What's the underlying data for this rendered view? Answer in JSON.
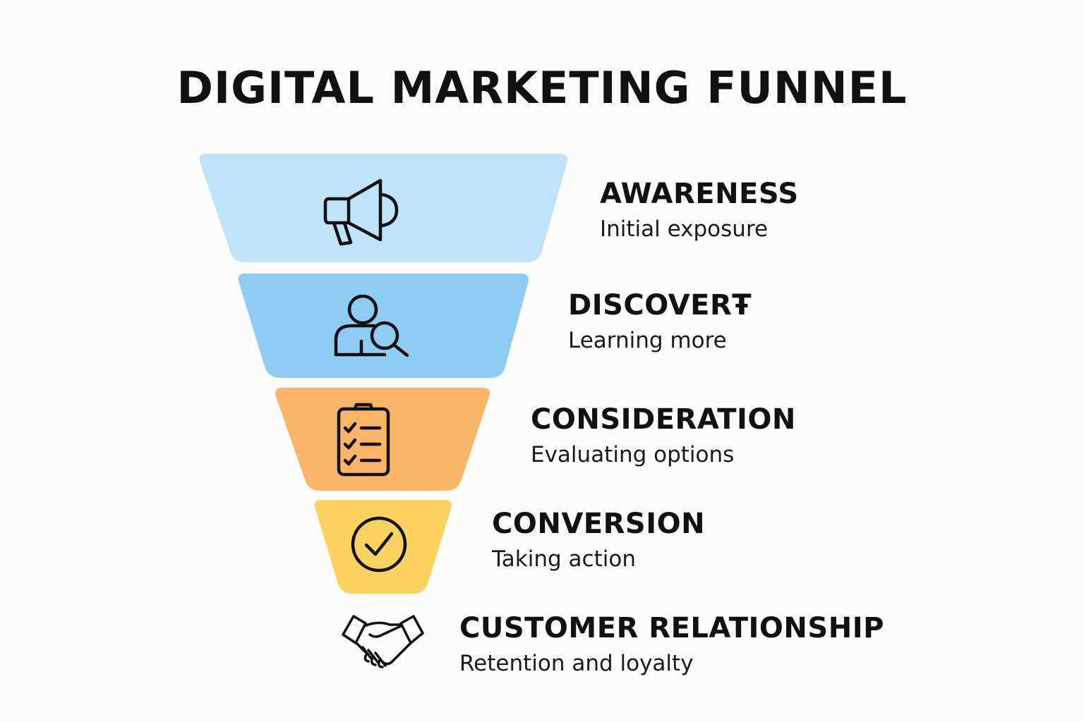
{
  "title": "DIGITAL MARKETING FUNNEL",
  "stages": [
    {
      "label": "AWARENESS",
      "description": "Initial exposure",
      "color": "#bfe3f8",
      "icon": "megaphone-icon"
    },
    {
      "label": "DISCOVERŦ",
      "description": "Learning more",
      "color": "#8fccf4",
      "icon": "user-search-icon"
    },
    {
      "label": "CONSIDERATION",
      "description": "Evaluating options",
      "color": "#fbb569",
      "icon": "clipboard-checklist-icon"
    },
    {
      "label": "CONVERSION",
      "description": "Taking action",
      "color": "#fbd160",
      "icon": "check-circle-icon"
    },
    {
      "label": "CUSTOMER RELATIONSHIP",
      "description": "Retention and loyalty",
      "color": "#fbfbf9",
      "icon": "handshake-icon"
    }
  ]
}
